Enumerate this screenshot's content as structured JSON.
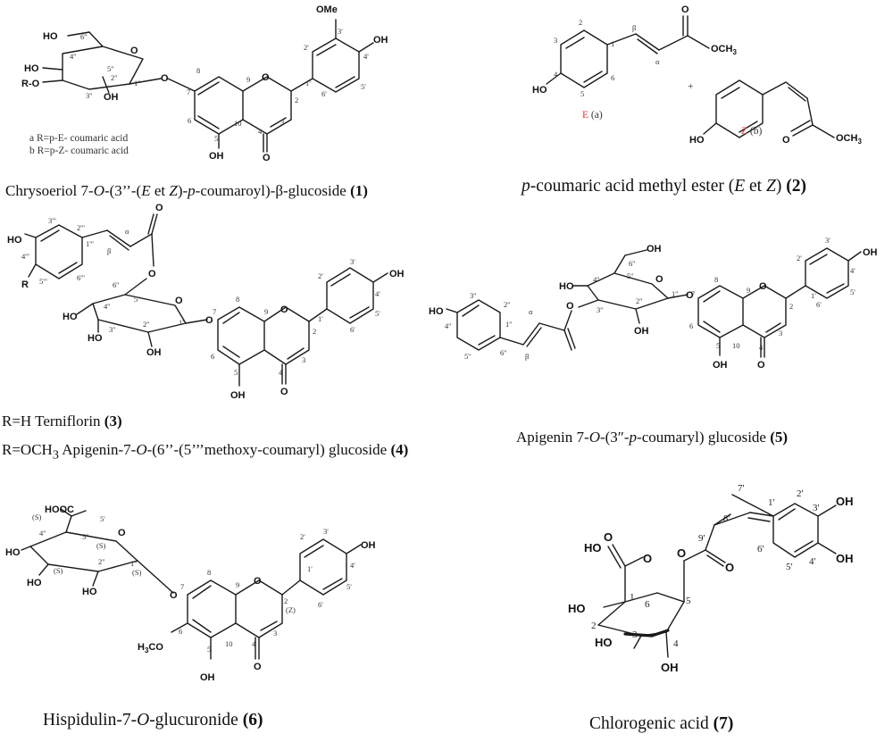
{
  "captions": {
    "c1": {
      "pre": "Chrysoeriol 7-",
      "i1": "O",
      "mid1": "-(3’’-(",
      "i2": "E",
      "mid2": " et ",
      "i3": "Z",
      "mid3": ")-",
      "i4": "p",
      "post": "-coumaroyl)-β-glucoside ",
      "num": "(1)"
    },
    "c2": {
      "i1": "p",
      "pre": "-coumaric acid methyl ester (",
      "i2": "E",
      "mid": " et ",
      "i3": "Z",
      "post": ") ",
      "num": "(2)"
    },
    "c3": {
      "pre": "R=H Terniflorin ",
      "num": "(3)"
    },
    "c4": {
      "pre": "R=OCH",
      "sub": "3",
      "mid": " Apigenin-7-",
      "i1": "O",
      "post": "-(6’’-(5’’’methoxy-coumaryl) glucoside ",
      "num": "(4)"
    },
    "c5": {
      "pre": "Apigenin 7-",
      "i1": "O",
      "mid": "-(3″-",
      "i2": "p",
      "post": "-coumaryl) glucoside ",
      "num": "(5)"
    },
    "c6": {
      "pre": "Hispidulin-7-",
      "i1": "O",
      "post": "-glucuronide ",
      "num": "(6)"
    },
    "c7": {
      "pre": "Chlorogenic acid ",
      "num": "(7)"
    }
  },
  "notes": {
    "a": "a  R=p-E- coumaric acid",
    "b": "b  R=p-Z- coumaric acid",
    "e_label": "E",
    "e_suffix": " (a)",
    "z_label": "Z",
    "z_suffix": " (b)",
    "plus": "+"
  },
  "atoms": {
    "OMe": "OMe",
    "OH": "OH",
    "HO": "HO",
    "O": "O",
    "RO": "R-O",
    "R": "R",
    "OCH3": "OCH",
    "sub3": "3",
    "H3CO": "H",
    "H3CO_sub": "3",
    "H3CO_tail": "CO",
    "HOOC": "HOOC"
  },
  "colors": {
    "bond": "#1a1a1a",
    "red": "#e53935",
    "text": "#111111"
  }
}
